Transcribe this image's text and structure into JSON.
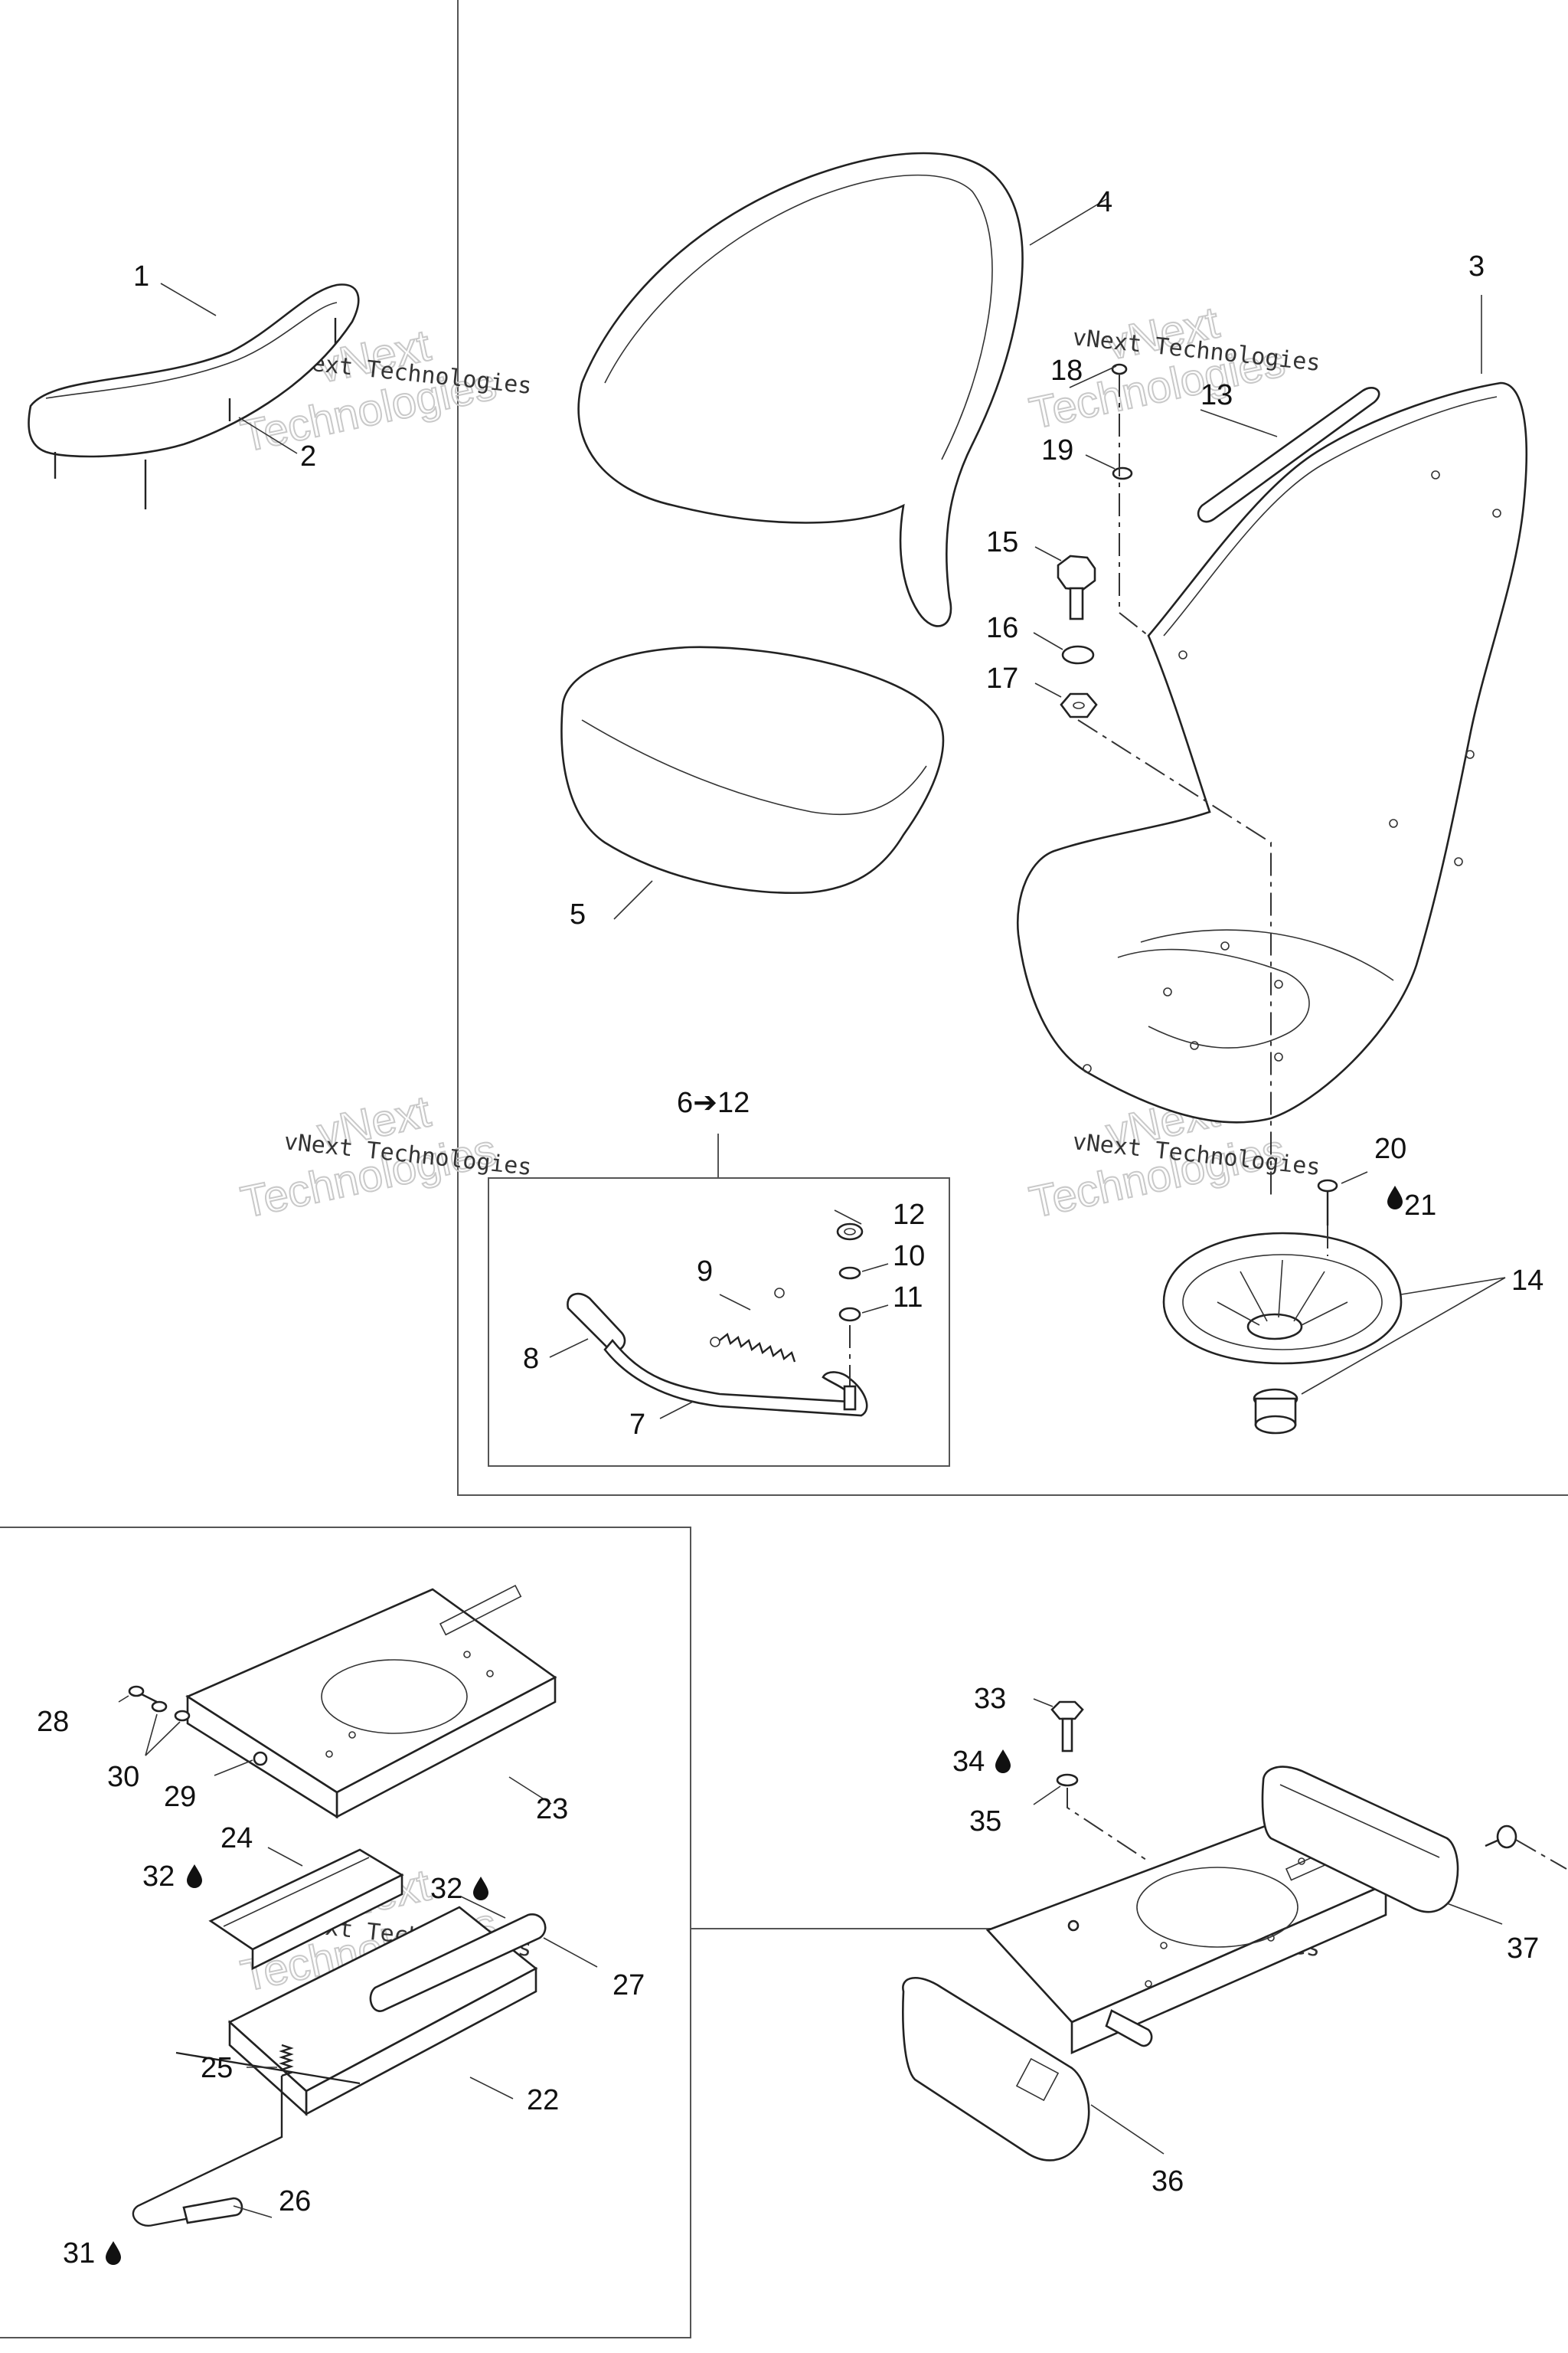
{
  "callouts": {
    "c1": "1",
    "c2": "2",
    "c3": "3",
    "c4": "4",
    "c5": "5",
    "c6_12": "6➔12",
    "c7": "7",
    "c8": "8",
    "c9": "9",
    "c10": "10",
    "c11": "11",
    "c12": "12",
    "c13": "13",
    "c14": "14",
    "c15": "15",
    "c16": "16",
    "c17": "17",
    "c18": "18",
    "c19": "19",
    "c20": "20",
    "c21": "21",
    "c22": "22",
    "c23": "23",
    "c24": "24",
    "c25": "25",
    "c26": "26",
    "c27": "27",
    "c28": "28",
    "c29": "29",
    "c30": "30",
    "c31": "31",
    "c32a": "32",
    "c32b": "32",
    "c33": "33",
    "c34": "34",
    "c35": "35",
    "c36": "36",
    "c37": "37"
  },
  "watermark": {
    "line1": "vNext Technologies",
    "word1": "vNext",
    "word2": "Technologies"
  },
  "colors": {
    "ink": "#222222",
    "watermark_outline": "#c9c9c9"
  },
  "icons": {
    "adhesive": "drop-icon",
    "range_arrow": "arrow-right-icon"
  }
}
